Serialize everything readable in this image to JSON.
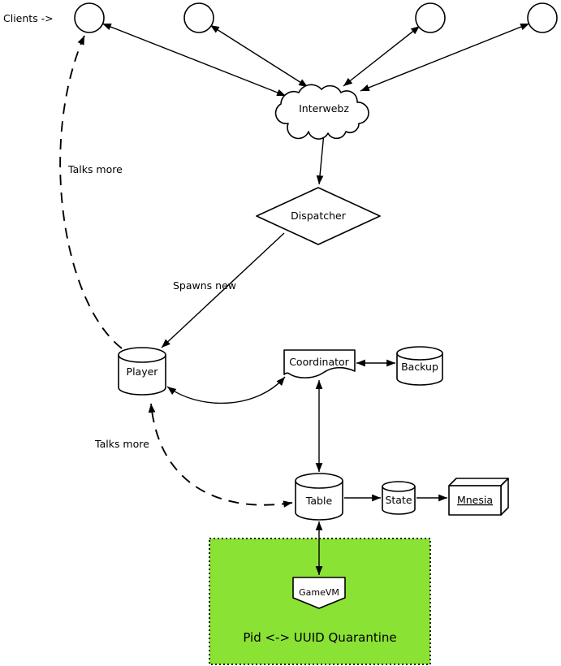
{
  "colors": {
    "client_fill": "#00dd00",
    "backup_fill": "#c0c0c0",
    "quarantine_fill": "#8ae234",
    "gamevm_fill": "#0000ee",
    "line": "#000000",
    "background": "#ffffff"
  },
  "labels": {
    "clients_pointer": "Clients ->",
    "talks_more_upper": "Talks more",
    "talks_more_lower": "Talks more",
    "spawns_new": "Spawns new"
  },
  "nodes": {
    "interwebz": "Interwebz",
    "dispatcher": "Dispatcher",
    "player": "Player",
    "coordinator": "Coordinator",
    "backup": "Backup",
    "table": "Table",
    "state": "State",
    "mnesia": "Mnesia",
    "gamevm": "GameVM",
    "quarantine": "Pid <-> UUID Quarantine"
  }
}
